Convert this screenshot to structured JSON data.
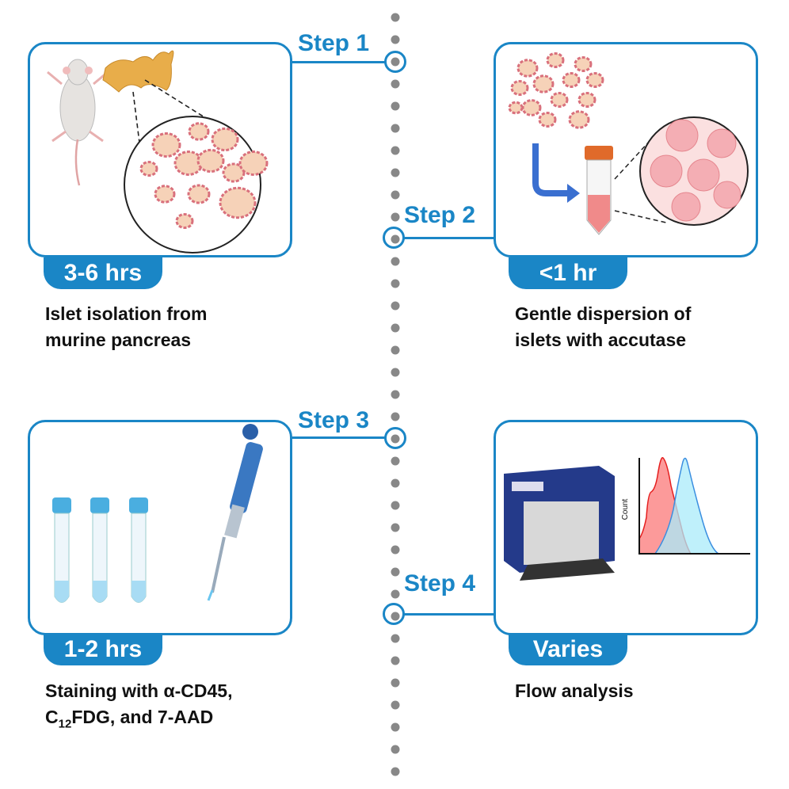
{
  "steps": [
    {
      "label": "Step 1",
      "duration": "3-6 hrs",
      "caption_line1": "Islet isolation from",
      "caption_line2": "murine pancreas"
    },
    {
      "label": "Step 2",
      "duration": "<1 hr",
      "caption_line1": "Gentle dispersion of",
      "caption_line2": "islets with accutase"
    },
    {
      "label": "Step 3",
      "duration": "1-2 hrs",
      "caption_line1": "Staining with α-CD45,",
      "caption_line2_pre": "C",
      "caption_line2_sub": "12",
      "caption_line2_post": "FDG, and 7-AAD"
    },
    {
      "label": "Step 4",
      "duration": "Varies",
      "caption_line1": "Flow analysis"
    }
  ],
  "histogram": {
    "ylabel": "Count"
  },
  "colors": {
    "accent": "#1a86c6",
    "timeline_dots": "#888888"
  }
}
